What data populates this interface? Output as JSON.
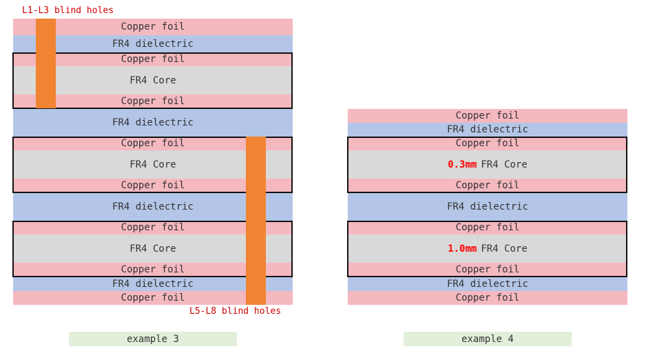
{
  "example3": {
    "caption": "example 3",
    "label_top": "L1-L3 blind holes",
    "label_bottom": "L5-L8 blind holes",
    "layers": [
      "Copper foil",
      "FR4 dielectric",
      "Copper foil",
      "FR4 Core",
      "Copper foil",
      "FR4 dielectric",
      "Copper foil",
      "FR4 Core",
      "Copper foil",
      "FR4 dielectric",
      "Copper foil",
      "FR4 Core",
      "Copper foil",
      "FR4 dielectric",
      "Copper foil"
    ]
  },
  "example4": {
    "caption": "example 4",
    "core1_thickness": "0.3mm",
    "core2_thickness": "1.0mm",
    "layers": [
      "Copper foil",
      "FR4 dielectric",
      "Copper foil",
      "FR4 Core",
      "Copper foil",
      "FR4 dielectric",
      "Copper foil",
      "FR4 Core",
      "Copper foil",
      "FR4 dielectric",
      "Copper foil"
    ]
  },
  "colors": {
    "copper": "#f4b8bf",
    "dielectric": "#b4c6e7",
    "core": "#d9d9d9",
    "via": "#f08432",
    "hole_label": "#cc0000",
    "thickness_label": "#ff0000",
    "caption_bg": "#e2efda"
  }
}
